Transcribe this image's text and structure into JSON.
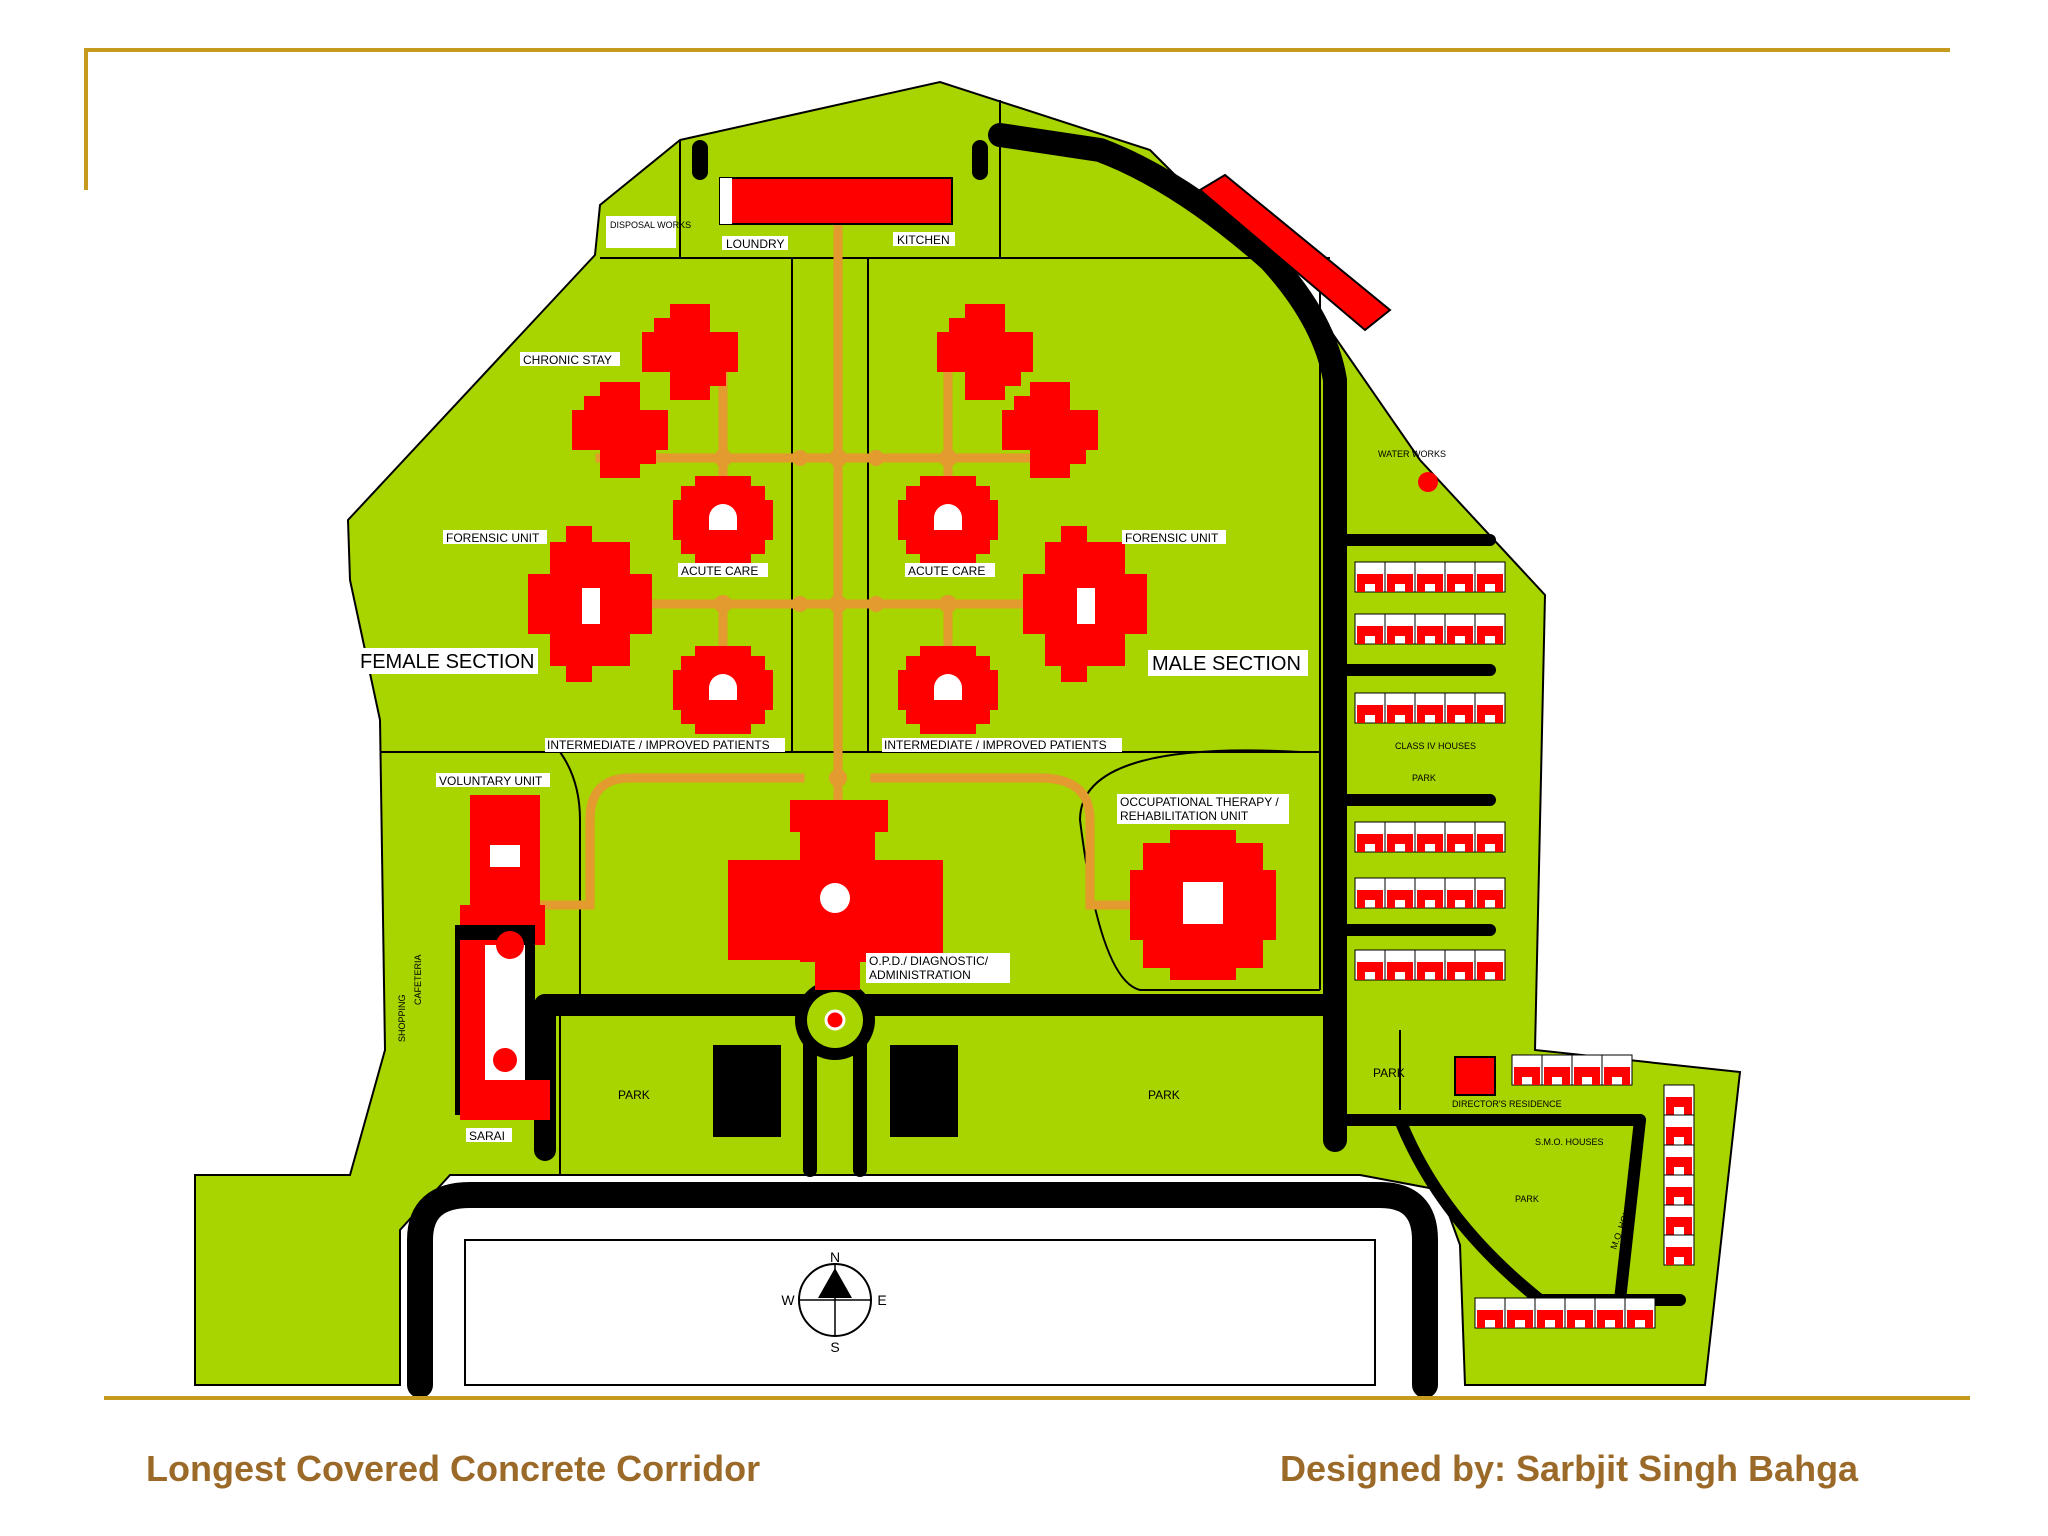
{
  "footer": {
    "left": "Longest Covered Concrete Corridor",
    "right": "Designed by: Sarbjit Singh Bahga"
  },
  "colors": {
    "frame": "#c69a1f",
    "footer_text": "#9b6a29",
    "lawn": "#a8d400",
    "building": "#ff0000",
    "corridor": "#e39a2e",
    "road": "#000000"
  },
  "map": {
    "labels": {
      "disposal": "DISPOSAL WORKS",
      "laundry": "LOUNDRY",
      "kitchen": "KITCHEN",
      "chronic": "CHRONIC STAY",
      "forensic_left": "FORENSIC UNIT",
      "forensic_right": "FORENSIC UNIT",
      "acute_left": "ACUTE CARE",
      "acute_right": "ACUTE CARE",
      "female": "FEMALE SECTION",
      "male": "MALE SECTION",
      "intermediate_left": "INTERMEDIATE / IMPROVED PATIENTS",
      "intermediate_right": "INTERMEDIATE / IMPROVED PATIENTS",
      "voluntary": "VOLUNTARY UNIT",
      "occupational_1": "OCCUPATIONAL THERAPY /",
      "occupational_2": "REHABILITATION UNIT",
      "opd_1": "O.P.D./ DIAGNOSTIC/",
      "opd_2": "ADMINISTRATION",
      "shopping": "SHOPPING",
      "cafeteria": "CAFETERIA",
      "sarai": "SARAI",
      "park_left": "PARK",
      "park_center": "PARK",
      "park_east": "PARK",
      "park_small": "PARK",
      "park_se": "PARK",
      "water_works": "WATER WORKS",
      "class_iv": "CLASS IV HOUSES",
      "directors": "DIRECTOR'S RESIDENCE",
      "smo": "S.M.O. HOUSES",
      "mo": "M.O. HOUSES"
    },
    "compass": {
      "n": "N",
      "s": "S",
      "e": "E",
      "w": "W"
    }
  }
}
